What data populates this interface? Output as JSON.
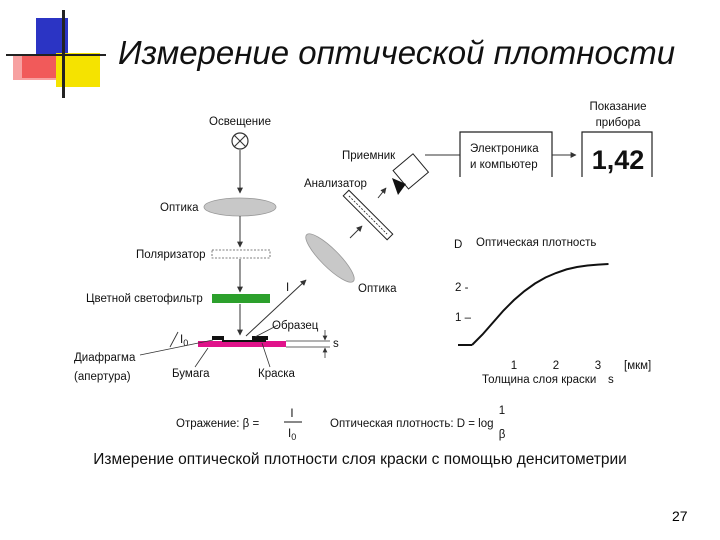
{
  "slide": {
    "title": "Измерение оптической плотности",
    "caption": "Измерение оптической плотности слоя краски с помощью денситометрии",
    "page_number": "27"
  },
  "colors": {
    "deco_red": "#f15a5a",
    "deco_yellow": "#f5e300",
    "deco_blue": "#2b34c4",
    "filter_green": "#2ca02c",
    "paper_magenta": "#e0138a"
  },
  "diagram": {
    "illumination": "Освещение",
    "optics_left": "Оптика",
    "polarizer": "Поляризатор",
    "color_filter": "Цветной светофильтр",
    "i0_label": "I",
    "i0_sub": "0",
    "i_label": "I",
    "diaphragm_line1": "Диафрагма",
    "diaphragm_line2": "(апертура)",
    "paper": "Бумага",
    "ink": "Краска",
    "sample": "Образец",
    "s_label": "s",
    "receiver": "Приемник",
    "analyzer": "Анализатор",
    "optics_right": "Оптика",
    "electronics_line1": "Электроника",
    "electronics_line2": "и компьютер",
    "reading_line1": "Показание",
    "reading_line2": "прибора",
    "reading_value": "1,42",
    "formula_reflection": "Отражение: β =",
    "formula_i": "I",
    "formula_i0": "I",
    "formula_i0_sub": "0",
    "formula_density": "Оптическая плотность: D = log",
    "formula_one": "1",
    "formula_beta": "β"
  },
  "chart_data": {
    "type": "line",
    "title": "",
    "ylabel_symbol": "D",
    "ylabel": "Оптическая плотность",
    "xlabel": "Толщина слоя краски",
    "xlabel_symbol": "s",
    "xunit": "[мкм]",
    "xlim": [
      0,
      3.5
    ],
    "ylim": [
      0,
      3
    ],
    "x_ticks": [
      "1",
      "2",
      "3"
    ],
    "y_ticks": [
      "1 –",
      "2 -"
    ],
    "series": [
      {
        "x": [
          0,
          0.25,
          0.5,
          0.75,
          1.0,
          1.25,
          1.5,
          1.75,
          2.0,
          2.25,
          2.5,
          2.75,
          3.0,
          3.25
        ],
        "y": [
          0,
          0.35,
          0.75,
          1.15,
          1.5,
          1.8,
          2.05,
          2.25,
          2.4,
          2.52,
          2.6,
          2.65,
          2.68,
          2.7
        ]
      }
    ]
  }
}
